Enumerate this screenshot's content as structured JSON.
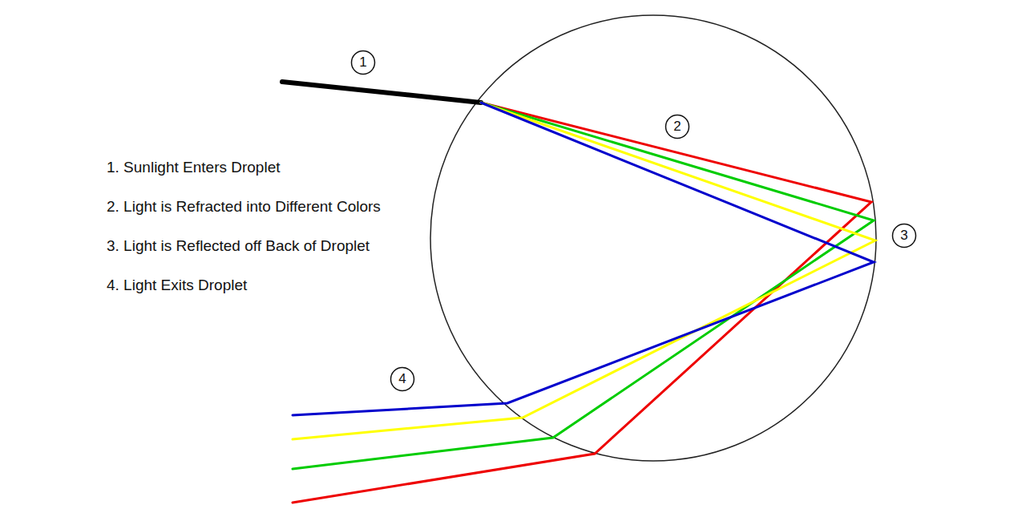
{
  "diagram": {
    "nodes": [
      {
        "text": [
          "1"
        ]
      },
      {
        "text": [
          "2"
        ]
      },
      {
        "text": [
          "3"
        ]
      },
      {
        "text": [
          "4"
        ]
      }
    ],
    "labels": [
      "1. Sunlight Enters Droplet",
      "2. Light is Refracted into Different Colors",
      "3. Light is Reflected off Back of Droplet",
      "4. Light Exits Droplet"
    ]
  }
}
